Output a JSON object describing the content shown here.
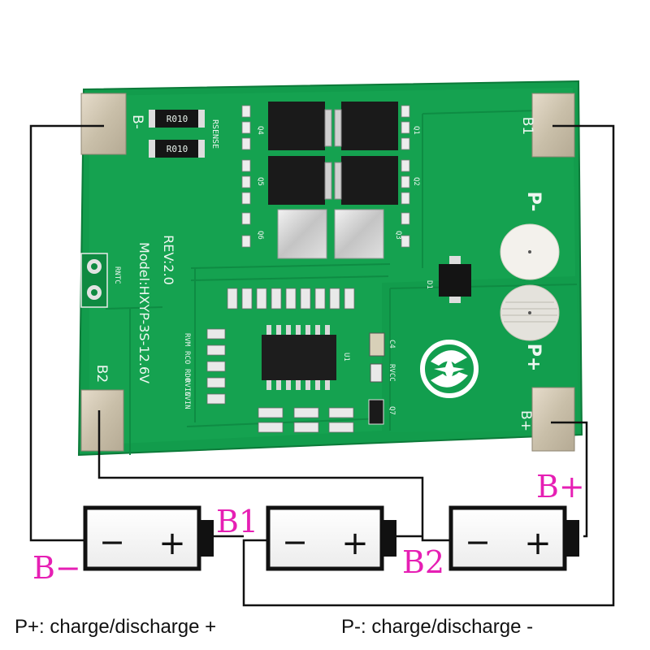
{
  "board": {
    "rev": "REV:2.0",
    "model": "Model:HXYP-3S-12.6V",
    "sense_label": "RSENSE",
    "resistor_code": "R010",
    "ntc_label": "RNTC",
    "ic_label": "U1",
    "diode_label": "D1",
    "pads": {
      "b_minus": "B-",
      "b1": "B1",
      "b2": "B2",
      "b_plus": "B+",
      "p_minus": "P-",
      "p_plus": "P+"
    },
    "mosfets": [
      "Q1",
      "Q2",
      "Q3",
      "Q4",
      "Q5",
      "Q6"
    ],
    "caps": [
      "C4"
    ],
    "small_labels": {
      "rvcc": "RVCC",
      "q7": "Q7",
      "cvin": "CVIN",
      "rvin": "RVIN",
      "rdo": "RDO",
      "rco": "RCO",
      "rvm": "RVM"
    }
  },
  "wiring": {
    "b_minus": "B−",
    "b1": "B1",
    "b2": "B2",
    "b_plus": "B+",
    "battery_minus": "−",
    "battery_plus": "+"
  },
  "captions": {
    "p_plus": "P+:  charge/discharge +",
    "p_minus": "P-:  charge/discharge -"
  },
  "colors": {
    "pcb": "#14a050",
    "pad": "#d2c8b4",
    "wire_label": "#e61fb4"
  }
}
